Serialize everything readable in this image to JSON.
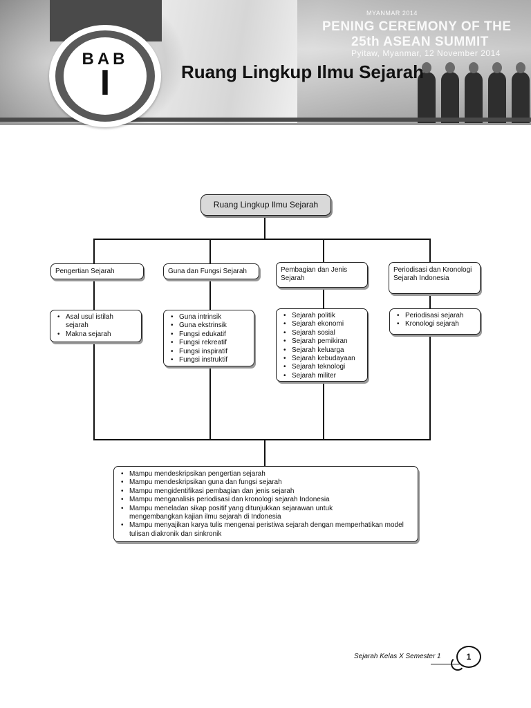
{
  "header": {
    "bab_word": "BAB",
    "bab_number": "I",
    "chapter_title": "Ruang Lingkup Ilmu Sejarah",
    "photo_caption": {
      "line1": "MYANMAR 2014",
      "line2": "PENING CEREMONY OF THE",
      "line3": "25th ASEAN SUMMIT",
      "line4": "Pyitaw, Myanmar, 12 November 2014"
    }
  },
  "concept_map": {
    "root": "Ruang Lingkup Ilmu Sejarah",
    "categories": [
      {
        "label": "Pengertian Sejarah",
        "items": [
          "Asal usul istilah sejarah",
          "Makna sejarah"
        ]
      },
      {
        "label": "Guna dan Fungsi Sejarah",
        "items": [
          "Guna intrinsik",
          "Guna ekstrinsik",
          "Fungsi edukatif",
          "Fungsi rekreatif",
          "Fungsi inspiratif",
          "Fungsi instruktif"
        ]
      },
      {
        "label": "Pembagian dan Jenis Sejarah",
        "items": [
          "Sejarah politik",
          "Sejarah ekonomi",
          "Sejarah sosial",
          "Sejarah pemikiran",
          "Sejarah keluarga",
          "Sejarah kebudayaan",
          "Sejarah teknologi",
          "Sejarah militer"
        ]
      },
      {
        "label": "Periodisasi dan Kronologi Sejarah Indonesia",
        "items": [
          "Periodisasi sejarah",
          "Kronologi sejarah"
        ]
      }
    ],
    "competencies": [
      "Mampu mendeskripsikan pengertian sejarah",
      "Mampu mendeskripsikan guna dan fungsi sejarah",
      "Mampu mengidentifikasi pembagian dan jenis sejarah",
      "Mampu menganalisis periodisasi dan kronologi sejarah Indonesia",
      "Mampu meneladan sikap positif yang ditunjukkan sejarawan untuk mengembangkan kajian ilmu sejarah di Indonesia",
      "Mampu menyajikan karya tulis mengenai peristiwa sejarah dengan memperhatikan model tulisan diakronik dan sinkronik"
    ]
  },
  "footer": {
    "book_title": "Sejarah Kelas X Semester 1",
    "page_number": "1"
  }
}
